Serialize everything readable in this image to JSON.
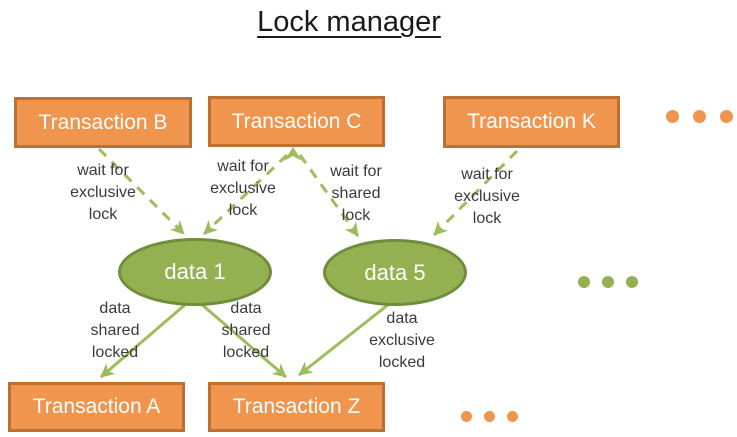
{
  "title": "Lock manager",
  "nodes": {
    "transaction_b": "Transaction B",
    "transaction_c": "Transaction C",
    "transaction_k": "Transaction K",
    "transaction_a": "Transaction A",
    "transaction_z": "Transaction Z",
    "data_1": "data 1",
    "data_5": "data 5"
  },
  "edge_labels": {
    "b_to_data1": "wait for\nexclusive\nlock",
    "c_to_data1": "wait for\nexclusive\nlock",
    "c_to_data5": "wait for\nshared\nlock",
    "k_to_data5": "wait for\nexclusive\nlock",
    "data1_to_a": "data\nshared\nlocked",
    "data1_to_z": "data\nshared\nlocked",
    "data5_to_z": "data\nexclusive\nlocked"
  },
  "icons": {
    "more_transactions_top": "ellipsis-dots",
    "more_data_items": "ellipsis-dots",
    "more_transactions_bottom": "ellipsis-dots"
  },
  "colors": {
    "node_fill": "#F0954D",
    "node_border": "#BC7031",
    "data_fill": "#94B152",
    "data_border": "#6F8E3C",
    "arrow": "#9DBC5C",
    "label_text": "#3A3A3A"
  }
}
